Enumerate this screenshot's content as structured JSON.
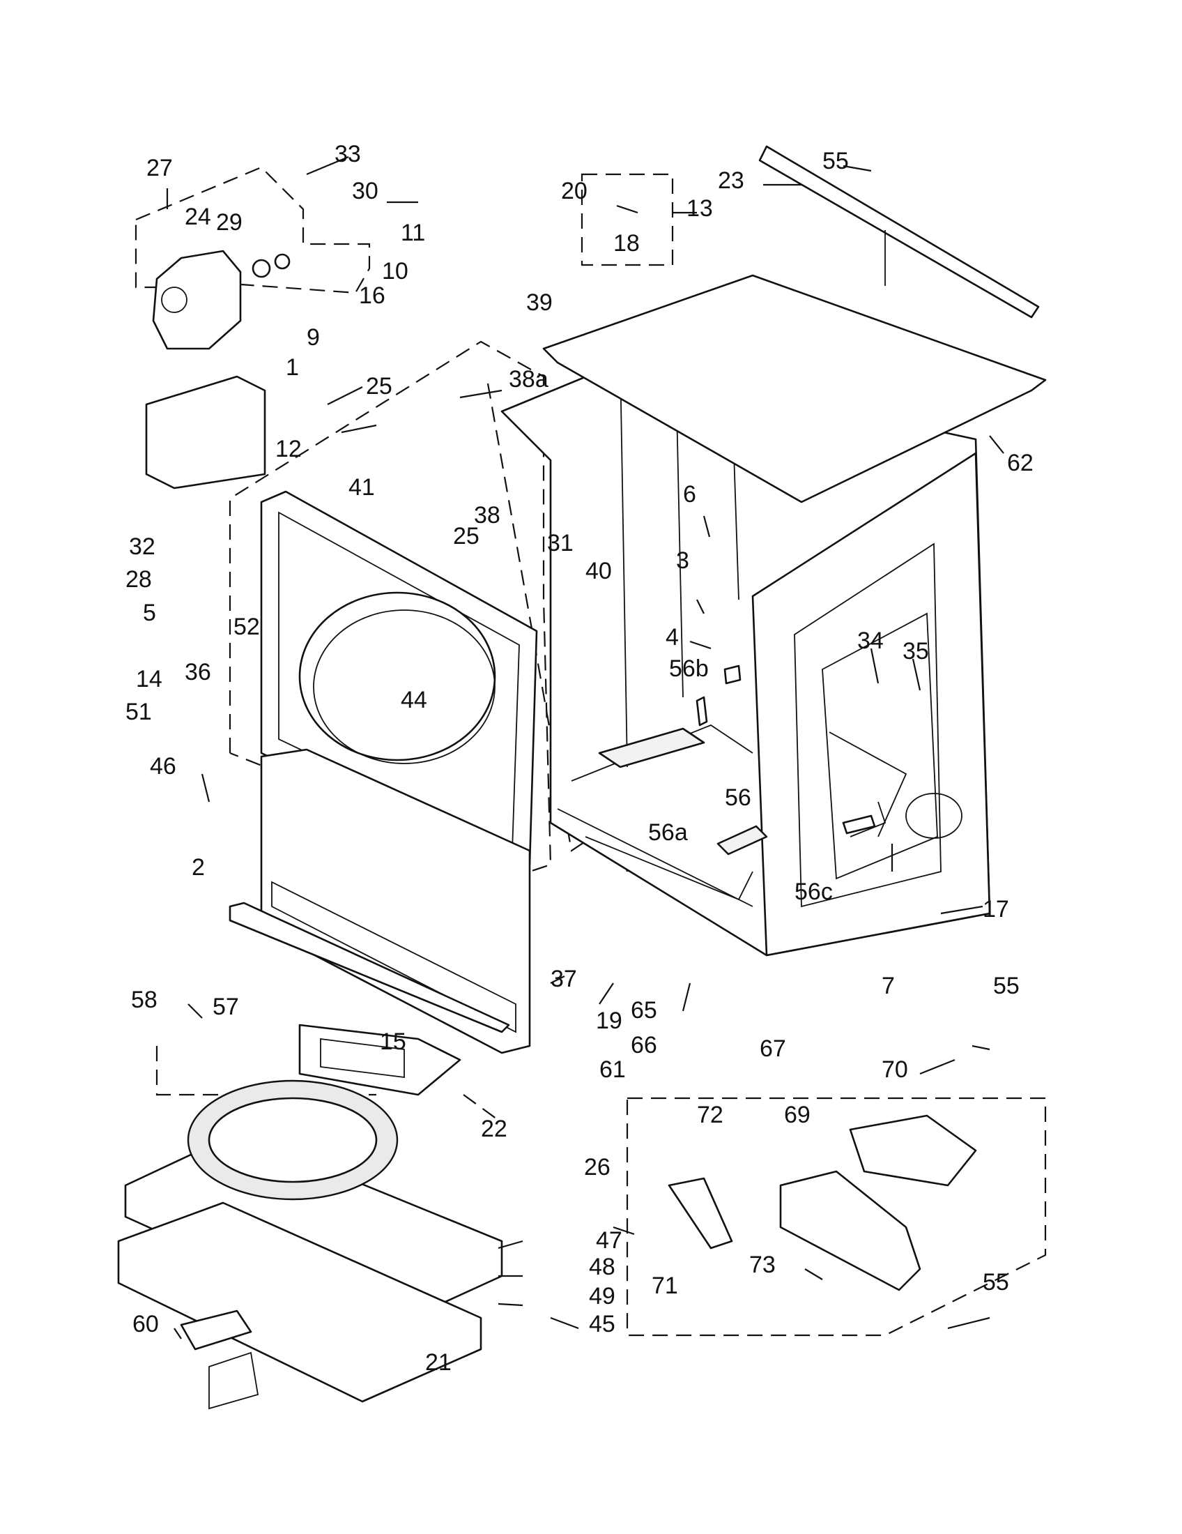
{
  "callouts": [
    {
      "id": "c1",
      "text": "1"
    },
    {
      "id": "c2",
      "text": "2"
    },
    {
      "id": "c3",
      "text": "3"
    },
    {
      "id": "c4",
      "text": "4"
    },
    {
      "id": "c5",
      "text": "5"
    },
    {
      "id": "c6",
      "text": "6"
    },
    {
      "id": "c7",
      "text": "7"
    },
    {
      "id": "c9",
      "text": "9"
    },
    {
      "id": "c10",
      "text": "10"
    },
    {
      "id": "c11",
      "text": "11"
    },
    {
      "id": "c12",
      "text": "12"
    },
    {
      "id": "c13",
      "text": "13"
    },
    {
      "id": "c14",
      "text": "14"
    },
    {
      "id": "c15",
      "text": "15"
    },
    {
      "id": "c16",
      "text": "16"
    },
    {
      "id": "c17",
      "text": "17"
    },
    {
      "id": "c18",
      "text": "18"
    },
    {
      "id": "c19",
      "text": "19"
    },
    {
      "id": "c20",
      "text": "20"
    },
    {
      "id": "c21",
      "text": "21"
    },
    {
      "id": "c22",
      "text": "22"
    },
    {
      "id": "c23",
      "text": "23"
    },
    {
      "id": "c24",
      "text": "24"
    },
    {
      "id": "c25a",
      "text": "25"
    },
    {
      "id": "c25b",
      "text": "25"
    },
    {
      "id": "c26",
      "text": "26"
    },
    {
      "id": "c27",
      "text": "27"
    },
    {
      "id": "c28",
      "text": "28"
    },
    {
      "id": "c29",
      "text": "29"
    },
    {
      "id": "c30",
      "text": "30"
    },
    {
      "id": "c31",
      "text": "31"
    },
    {
      "id": "c32",
      "text": "32"
    },
    {
      "id": "c33",
      "text": "33"
    },
    {
      "id": "c34",
      "text": "34"
    },
    {
      "id": "c35",
      "text": "35"
    },
    {
      "id": "c36",
      "text": "36"
    },
    {
      "id": "c37",
      "text": "37"
    },
    {
      "id": "c38",
      "text": "38"
    },
    {
      "id": "c38a",
      "text": "38a"
    },
    {
      "id": "c39",
      "text": "39"
    },
    {
      "id": "c40",
      "text": "40"
    },
    {
      "id": "c41",
      "text": "41"
    },
    {
      "id": "c44",
      "text": "44"
    },
    {
      "id": "c45",
      "text": "45"
    },
    {
      "id": "c46",
      "text": "46"
    },
    {
      "id": "c47",
      "text": "47"
    },
    {
      "id": "c48",
      "text": "48"
    },
    {
      "id": "c49",
      "text": "49"
    },
    {
      "id": "c51",
      "text": "51"
    },
    {
      "id": "c52",
      "text": "52"
    },
    {
      "id": "c55a",
      "text": "55"
    },
    {
      "id": "c55b",
      "text": "55"
    },
    {
      "id": "c55c",
      "text": "55"
    },
    {
      "id": "c56",
      "text": "56"
    },
    {
      "id": "c56a",
      "text": "56a"
    },
    {
      "id": "c56b",
      "text": "56b"
    },
    {
      "id": "c56c",
      "text": "56c"
    },
    {
      "id": "c57",
      "text": "57"
    },
    {
      "id": "c58",
      "text": "58"
    },
    {
      "id": "c60",
      "text": "60"
    },
    {
      "id": "c61",
      "text": "61"
    },
    {
      "id": "c62",
      "text": "62"
    },
    {
      "id": "c65",
      "text": "65"
    },
    {
      "id": "c66",
      "text": "66"
    },
    {
      "id": "c67",
      "text": "67"
    },
    {
      "id": "c69",
      "text": "69"
    },
    {
      "id": "c70",
      "text": "70"
    },
    {
      "id": "c71",
      "text": "71"
    },
    {
      "id": "c72",
      "text": "72"
    },
    {
      "id": "c73",
      "text": "73"
    }
  ]
}
